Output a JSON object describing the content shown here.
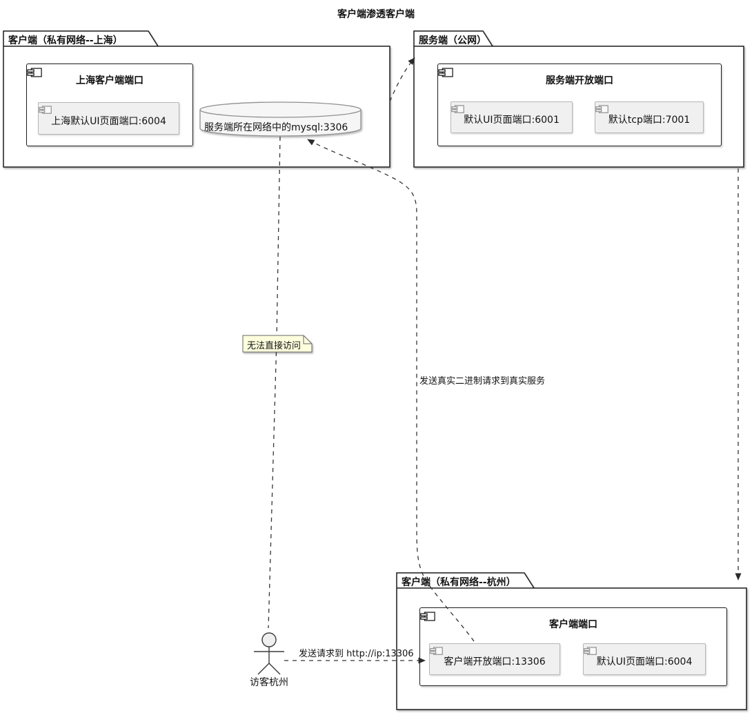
{
  "title": "客户端渗透客户端",
  "packages": {
    "shanghai": {
      "label": "客户端（私有网络--上海）",
      "component": {
        "title": "上海客户端端口",
        "ports": [
          {
            "label": "上海默认UI页面端口:6004"
          }
        ]
      },
      "database": {
        "label": "服务端所在网络中的mysql:3306"
      }
    },
    "server": {
      "label": "服务端（公网）",
      "component": {
        "title": "服务端开放端口",
        "ports": [
          {
            "label": "默认UI页面端口:6001"
          },
          {
            "label": "默认tcp端口:7001"
          }
        ]
      }
    },
    "hangzhou": {
      "label": "客户端（私有网络--杭州）",
      "component": {
        "title": "客户端端口",
        "ports": [
          {
            "label": "客户端开放端口:13306"
          },
          {
            "label": "默认UI页面端口:6004"
          }
        ]
      }
    }
  },
  "actor": {
    "label": "访客杭州"
  },
  "edges": {
    "no_direct_access_note": "无法直接访问",
    "binary_request_label": "发送真实二进制请求到真实服务",
    "http_request_label": "发送请求到 http://ip:13306"
  },
  "colors": {
    "border": "#1b1b1b",
    "port_fill": "#f0f0f0",
    "port_border": "#b5b5b5",
    "note_fill": "#feffdd",
    "cylinder_fill": "#f6f6f6",
    "dash_line": "#333333"
  }
}
